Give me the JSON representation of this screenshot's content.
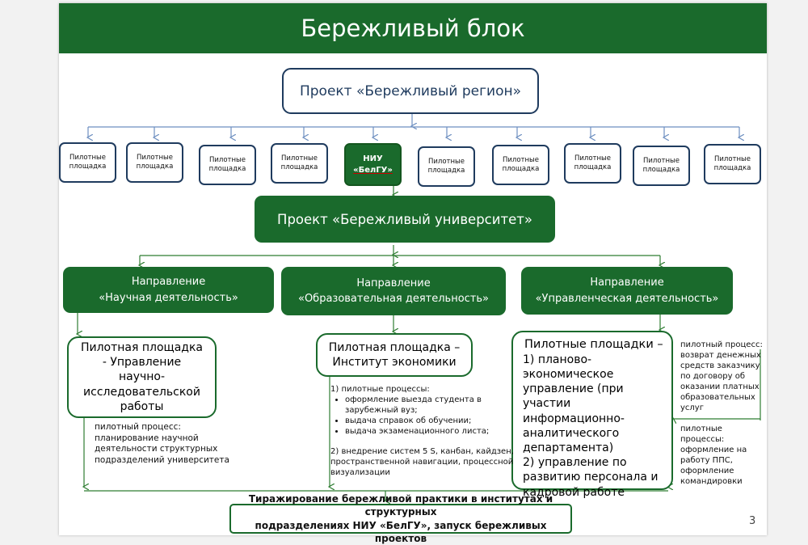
{
  "title": "Бережливый блок",
  "region_project": "Проект «Бережливый регион»",
  "pilot_label": "Пилотные площадка",
  "niu": {
    "line1": "НИУ",
    "line2": "«БелГУ»"
  },
  "university_project": "Проект «Бережливый университет»",
  "directions": [
    {
      "line1": "Направление",
      "line2": "«Научная деятельность»"
    },
    {
      "line1": "Направление",
      "line2": "«Образовательная деятельность»"
    },
    {
      "line1": "Направление",
      "line2": "«Управленческая деятельность»"
    }
  ],
  "site1": {
    "text": "Пилотная площадка - Управление научно-исследовательской работы"
  },
  "site2": {
    "text": "Пилотная площадка – Институт экономики"
  },
  "site3": {
    "title": "Пилотные площадки –",
    "item1": "1) планово-экономическое управление (при участии информационно-аналитического департамента)",
    "item2": "2) управление по развитию персонала и кадровой работе"
  },
  "note1": "пилотный процесс: планирование научной деятельности структурных подразделений университета",
  "note2": {
    "heading": "1) пилотные процессы:",
    "bullets": [
      "оформление выезда студента в зарубежный вуз;",
      "выдача справок об обучении;",
      "выдача экзаменационного листа;"
    ],
    "item2": "2) внедрение систем  5 S, канбан, кайдзен, пространственной навигации, процессной визуализации"
  },
  "note3": "пилотный процесс: возврат денежных средств заказчику по договору об оказании платных образовательных услуг",
  "note4": "пилотные процессы: оформление на работу ППС, оформление командировки",
  "footer": {
    "line1": "Тиражирование бережливой практики в институтах и структурных",
    "line2": "подразделениях НИУ «БелГУ», запуск бережливых проектов"
  },
  "page_number": "3",
  "colors": {
    "green": "#1a6a2c",
    "navy": "#1f3b5e",
    "line_blue": "#6d8fc0"
  }
}
